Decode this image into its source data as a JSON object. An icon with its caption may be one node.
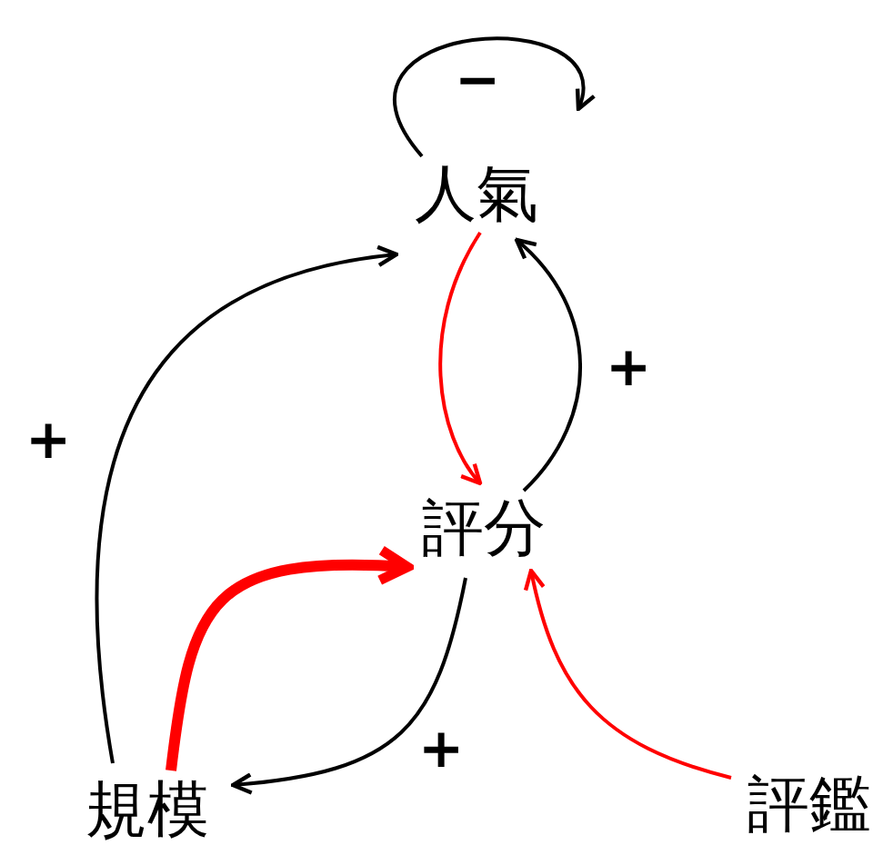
{
  "diagram": {
    "nodes": [
      {
        "text": [
          "人氣"
        ]
      },
      {
        "text": [
          "評分"
        ]
      },
      {
        "text": [
          "規模"
        ]
      },
      {
        "text": [
          "評鑑"
        ]
      }
    ],
    "edges": [
      {
        "from": 0,
        "to": 0,
        "arrow": "to",
        "label": "−"
      },
      {
        "from": 0,
        "to": 1,
        "arrow": "to",
        "color": "#ff0000"
      },
      {
        "from": 1,
        "to": 0,
        "arrow": "to",
        "label": "+"
      },
      {
        "from": 2,
        "to": 0,
        "arrow": "to",
        "label": "+"
      },
      {
        "from": 2,
        "to": 1,
        "arrow": "to",
        "style": "thick",
        "color": "#ff0000"
      },
      {
        "from": 1,
        "to": 2,
        "arrow": "to",
        "label": "+"
      },
      {
        "from": 3,
        "to": 1,
        "arrow": "to",
        "color": "#ff0000"
      }
    ]
  }
}
